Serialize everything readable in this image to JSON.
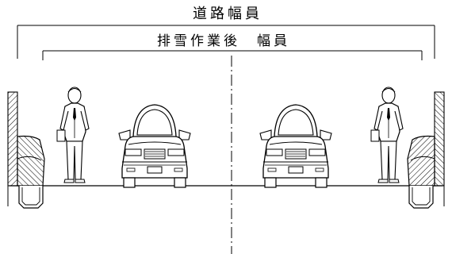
{
  "labels": {
    "road_width": "道路幅員",
    "after_snow_width": "排雪作業後　幅員"
  },
  "colors": {
    "line": "#000000",
    "background": "#ffffff"
  },
  "elements": {
    "curbs": [
      "left-curb",
      "right-curb"
    ],
    "pedestrians": [
      "left-pedestrian",
      "right-pedestrian"
    ],
    "cars": [
      "left-car",
      "right-car"
    ],
    "centerline": "dash-dot"
  }
}
